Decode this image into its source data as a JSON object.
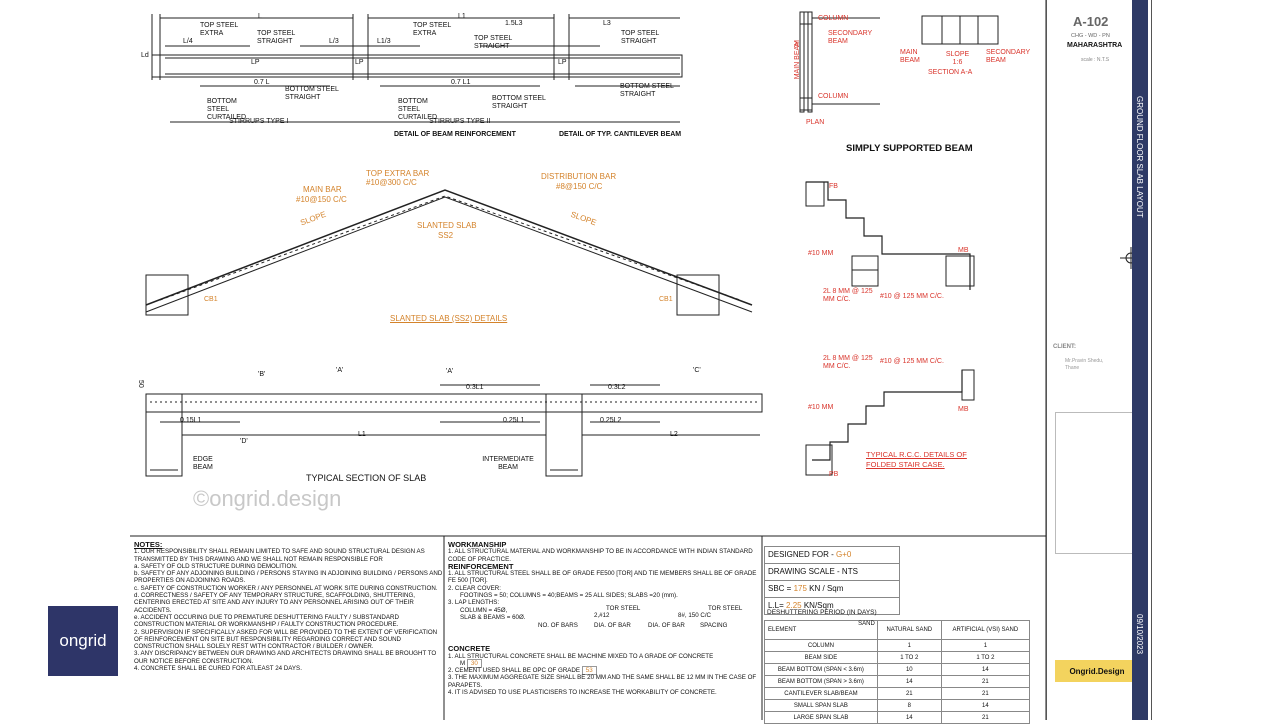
{
  "beam_detail": {
    "top_labels": [
      "L",
      "L1",
      "L3",
      "1.5L3"
    ],
    "top_steel_extra": "TOP STEEL EXTRA",
    "top_steel_straight": "TOP STEEL STRAIGHT",
    "l4": "L/4",
    "l3": "L/3",
    "l1_3": "L1/3",
    "ld": "Ld",
    "lp": "LP",
    "b07l": "0.7 L",
    "b07l1": "0.7 L1",
    "bottom_curtailed": "BOTTOM STEEL CURTAILED",
    "bottom_straight": "BOTTOM STEEL STRAIGHT",
    "stirrups1": "STIRRUPS TYPE I",
    "stirrups2": "STIRRUPS TYPE II",
    "caption": "DETAIL OF BEAM REINFORCEMENT",
    "caption2": "DETAIL OF TYP. CANTILEVER BEAM"
  },
  "simply": {
    "column": "COLUMN",
    "secondary_beam": "SECONDARY BEAM",
    "main_beam": "MAIN BEAM",
    "plan": "PLAN",
    "main_beam2": "MAIN BEAM",
    "slope": "SLOPE 1:6",
    "section": "SECTION A-A",
    "secondary_beam2": "SECONDARY BEAM",
    "a": "A",
    "title": "SIMPLY SUPPORTED BEAM"
  },
  "slanted": {
    "top_extra": "TOP EXTRA BAR",
    "top_extra2": "#10@300 C/C",
    "main_bar": "MAIN BAR",
    "main_bar2": "#10@150 C/C",
    "dist": "DISTRIBUTION BAR",
    "dist2": "#8@150 C/C",
    "slope": "SLOPE",
    "ss": "SLANTED SLAB",
    "ss2": "SS2",
    "cb1": "CB1",
    "title": "SLANTED SLAB (SS2) DETAILS"
  },
  "stair": {
    "fb": "FB",
    "mb": "MB",
    "pb": "PB",
    "r10": "#10 MM",
    "r8": "2L 8 MM @ 125 MM C/C.",
    "r10c": "#10 @ 125 MM C/C.",
    "title": "TYPICAL R.C.C. DETAILS OF FOLDED STAIR CASE."
  },
  "section": {
    "b": "'B'",
    "a": "'A'",
    "a2": "'A'",
    "c": "'C'",
    "d": "'D'",
    "h50": "50",
    "l1": "0.15L1",
    "l2": "0.3L1",
    "l3": "0.25L1",
    "l4": "0.3L2",
    "l5": "0.25L2",
    "L1": "L1",
    "L2": "L2",
    "edge": "EDGE BEAM",
    "inter": "INTERMEDIATE BEAM",
    "title": "TYPICAL SECTION OF SLAB"
  },
  "watermark": "©ongrid.design",
  "logo": "ongrid",
  "notes": {
    "title": "NOTES:",
    "items": [
      "1.   OUR RESPONSIBILITY SHALL REMAIN LIMITED TO SAFE AND SOUND STRUCTURAL DESIGN AS TRANSMITTED BY THIS DRAWING AND WE SHALL NOT REMAIN RESPONSIBLE FOR",
      "a.   SAFETY OF OLD STRUCTURE DURING DEMOLITION.",
      "b.   SAFETY OF ANY ADJOINING BUILDING / PERSONS STAYING IN ADJOINING BUILDING / PERSONS AND PROPERTIES ON ADJOINING ROADS.",
      "c.   SAFETY OF CONSTRUCTION WORKER / ANY PERSONNEL AT WORK SITE DURING CONSTRUCTION.",
      "d.   CORRECTNESS / SAFETY OF ANY TEMPORARY STRUCTURE, SCAFFOLDING, SHUTTERING, CENTERING ERECTED AT SITE AND ANY INJURY TO ANY PERSONNEL ARISING OUT OF THEIR ACCIDENTS.",
      "e.   ACCIDENT OCCURING DUE TO PREMATURE DESHUTTERING FAULTY / SUBSTANDARD CONSTRUCTION MATERIAL OR WORKMANSHIP / FAULTY CONSTRUCTION PROCEDURE.",
      "2.   SUPERVISION IF SPECIFICALLY ASKED FOR WILL BE PROVIDED TO THE EXTENT OF VERIFICATION OF REINFORCEMENT ON SITE BUT RESPONSIBILITY REGARDING CORRECT AND SOUND CONSTRUCTION SHALL SOLELY REST WITH CONTRACTOR / BUILDER / OWNER.",
      "3.   ANY DISCRIPANCY BETWEEN OUR DRAWING AND ARCHITECTS DRAWING SHALL BE BROUGHT TO OUR NOTICE BEFORE CONSTRUCTION.",
      "4.   CONCRETE SHALL BE CURED FOR ATLEAST 24 DAYS."
    ]
  },
  "workmanship": {
    "title": "WORKMANSHIP",
    "w1": "1.   ALL STRUCTURAL MATERIAL AND WORKMANSHIP TO BE IN ACCORDANCE WITH INDIAN STANDARD CODE OF PRACTICE.",
    "reinf_title": "REINFORCEMENT",
    "r1": "1.   ALL STRUCTURAL STEEL SHALL BE OF GRADE FE500 [TOR] AND TIE MEMBERS SHALL BE OF GRADE FE 500 [TOR].",
    "r2": "2.   CLEAR COVER:",
    "r2b": "FOOTINGS = 50; COLUMNS = 40;BEAMS = 25 ALL SIDES; SLABS =20 (mm).",
    "r3": "3.   LAP LENGTHS:",
    "r3a": "COLUMN = 45Ø,",
    "r3b": "SLAB & BEAMS = 60Ø.",
    "tor1": "TOR STEEL",
    "tor2": "TOR STEEL",
    "ex1": "2,#12",
    "ex2": "8#, 150 C/C",
    "nob": "NO. OF BARS",
    "dob": "DIA. OF BAR",
    "dob2": "DIA. OF BAR",
    "sp": "SPACING",
    "conc_title": "CONCRETE",
    "c1": "1.   ALL STRUCTURAL CONCRETE SHALL BE MACHINE MIXED TO A GRADE OF CONCRETE",
    "c1m": "M",
    "c1v": "30",
    "c2": "2.   CEMENT USED SHALL BE OPC OF GRADE",
    "c2v": "53",
    "c3": "3.   THE MAXIMUM AGGREGATE SIZE SHALL BE 20 MM AND THE SAME SHALL BE 12 MM IN THE CASE OF PARAPETS.",
    "c4": "4.   IT IS ADVISED TO USE PLASTICISERS TO INCREASE THE WORKABILITY OF CONCRETE."
  },
  "design": {
    "designed_for": "DESIGNED FOR -",
    "designed_for_v": "G+0",
    "scale": "DRAWING SCALE -  NTS",
    "sbc": "SBC =",
    "sbc_v": "175",
    "sbc_u": "KN / Sqm",
    "ll": "L.L=",
    "ll_v": "2.25",
    "ll_u": "KN/Sqm"
  },
  "deshutter": {
    "title": "DESHUTTERING PERIOD (IN DAYS)",
    "sand": "SAND",
    "element": "ELEMENT",
    "natural": "NATURAL SAND",
    "artificial": "ARTIFICIAL (VSI) SAND",
    "rows": [
      [
        "COLUMN",
        "1",
        "1"
      ],
      [
        "BEAM SIDE",
        "1 TO 2",
        "1 TO 2"
      ],
      [
        "BEAM BOTTOM (SPAN < 3.6m)",
        "10",
        "14"
      ],
      [
        "BEAM BOTTOM (SPAN > 3.6m)",
        "14",
        "21"
      ],
      [
        "CANTILEVER SLAB/BEAM",
        "21",
        "21"
      ],
      [
        "SMALL SPAN SLAB",
        "8",
        "14"
      ],
      [
        "LARGE SPAN SLAB",
        "14",
        "21"
      ]
    ]
  },
  "titleblock": {
    "sheet": "A-102",
    "code": "CHG - WD - PN",
    "state": "MAHARASHTRA",
    "scale": "scale : N.T.S",
    "title": "GROUND FLOOR SLAB LAYOUT",
    "client": "CLIENT:",
    "client_name": "Mr.Pravin Shedu,",
    "client_city": "Thane",
    "date": "09/10/2023",
    "brand": "Ongrid.Design"
  }
}
